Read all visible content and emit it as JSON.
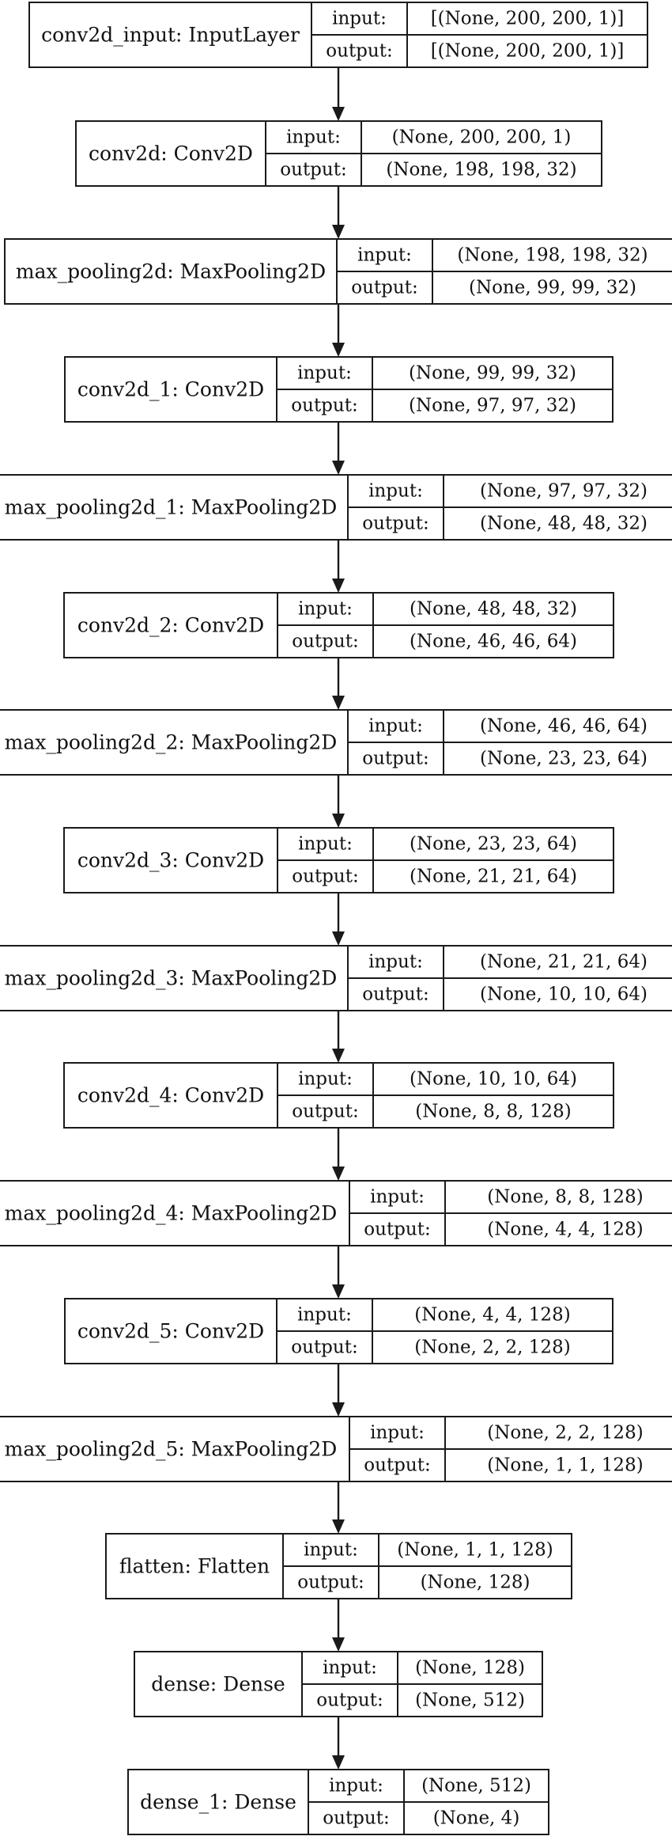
{
  "layers": [
    {
      "name": "conv2d_input: InputLayer",
      "input_label": "input:",
      "output_label": "output:",
      "input": "[(None, 200, 200, 1)]",
      "output": "[(None, 200, 200, 1)]"
    },
    {
      "name": "conv2d: Conv2D",
      "input_label": "input:",
      "output_label": "output:",
      "input": "(None, 200, 200, 1)",
      "output": "(None, 198, 198, 32)"
    },
    {
      "name": "max_pooling2d: MaxPooling2D",
      "input_label": "input:",
      "output_label": "output:",
      "input": "(None, 198, 198, 32)",
      "output": "(None, 99, 99, 32)"
    },
    {
      "name": "conv2d_1: Conv2D",
      "input_label": "input:",
      "output_label": "output:",
      "input": "(None, 99, 99, 32)",
      "output": "(None, 97, 97, 32)"
    },
    {
      "name": "max_pooling2d_1: MaxPooling2D",
      "input_label": "input:",
      "output_label": "output:",
      "input": "(None, 97, 97, 32)",
      "output": "(None, 48, 48, 32)"
    },
    {
      "name": "conv2d_2: Conv2D",
      "input_label": "input:",
      "output_label": "output:",
      "input": "(None, 48, 48, 32)",
      "output": "(None, 46, 46, 64)"
    },
    {
      "name": "max_pooling2d_2: MaxPooling2D",
      "input_label": "input:",
      "output_label": "output:",
      "input": "(None, 46, 46, 64)",
      "output": "(None, 23, 23, 64)"
    },
    {
      "name": "conv2d_3: Conv2D",
      "input_label": "input:",
      "output_label": "output:",
      "input": "(None, 23, 23, 64)",
      "output": "(None, 21, 21, 64)"
    },
    {
      "name": "max_pooling2d_3: MaxPooling2D",
      "input_label": "input:",
      "output_label": "output:",
      "input": "(None, 21, 21, 64)",
      "output": "(None, 10, 10, 64)"
    },
    {
      "name": "conv2d_4: Conv2D",
      "input_label": "input:",
      "output_label": "output:",
      "input": "(None, 10, 10, 64)",
      "output": "(None, 8, 8, 128)"
    },
    {
      "name": "max_pooling2d_4: MaxPooling2D",
      "input_label": "input:",
      "output_label": "output:",
      "input": "(None, 8, 8, 128)",
      "output": "(None, 4, 4, 128)"
    },
    {
      "name": "conv2d_5: Conv2D",
      "input_label": "input:",
      "output_label": "output:",
      "input": "(None, 4, 4, 128)",
      "output": "(None, 2, 2, 128)"
    },
    {
      "name": "max_pooling2d_5: MaxPooling2D",
      "input_label": "input:",
      "output_label": "output:",
      "input": "(None, 2, 2, 128)",
      "output": "(None, 1, 1, 128)"
    },
    {
      "name": "flatten: Flatten",
      "input_label": "input:",
      "output_label": "output:",
      "input": "(None, 1, 1, 128)",
      "output": "(None, 128)"
    },
    {
      "name": "dense: Dense",
      "input_label": "input:",
      "output_label": "output:",
      "input": "(None, 128)",
      "output": "(None, 512)"
    },
    {
      "name": "dense_1: Dense",
      "input_label": "input:",
      "output_label": "output:",
      "input": "(None, 512)",
      "output": "(None, 4)"
    }
  ]
}
